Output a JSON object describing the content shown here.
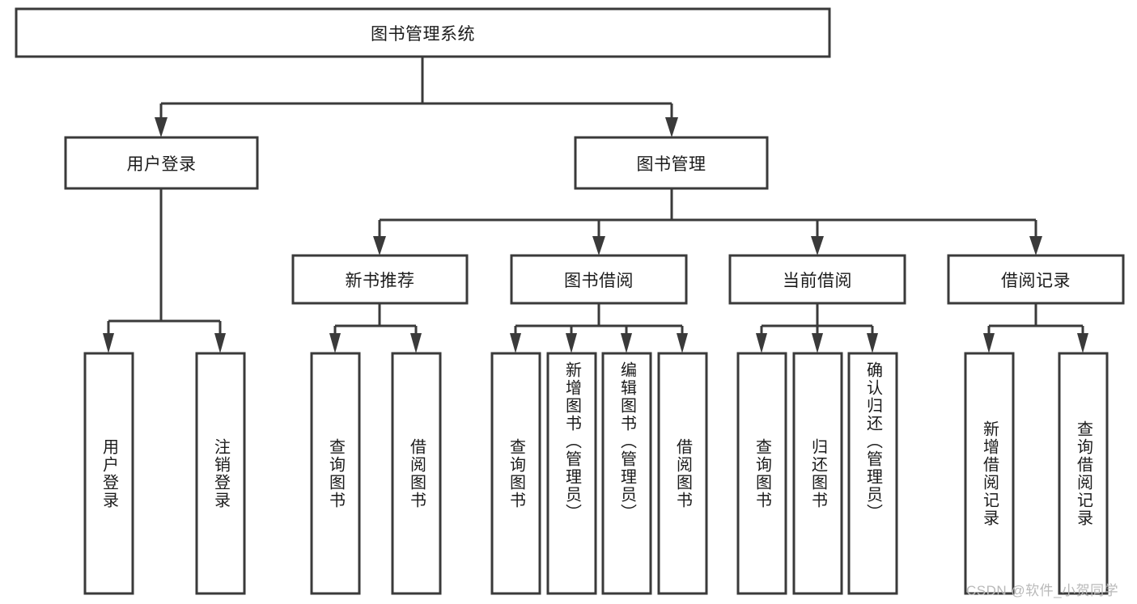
{
  "diagram": {
    "type": "tree-hierarchy-chart",
    "title": "图书管理系统",
    "colors": {
      "box_stroke": "#3a3a3a",
      "box_fill": "#ffffff",
      "text": "#1b1b1b",
      "background": "#ffffff",
      "watermark": "#b9b9b9"
    },
    "root": {
      "label": "图书管理系统",
      "orientation": "horizontal"
    },
    "level1": [
      {
        "label": "用户登录",
        "orientation": "horizontal"
      },
      {
        "label": "图书管理",
        "orientation": "horizontal"
      }
    ],
    "level2": [
      {
        "label": "新书推荐",
        "orientation": "horizontal",
        "parent": "图书管理"
      },
      {
        "label": "图书借阅",
        "orientation": "horizontal",
        "parent": "图书管理"
      },
      {
        "label": "当前借阅",
        "orientation": "horizontal",
        "parent": "图书管理"
      },
      {
        "label": "借阅记录",
        "orientation": "horizontal",
        "parent": "图书管理"
      }
    ],
    "leaves": [
      {
        "label": "用户登录",
        "orientation": "vertical",
        "parent": "用户登录"
      },
      {
        "label": "注销登录",
        "orientation": "vertical",
        "parent": "用户登录"
      },
      {
        "label": "查询图书",
        "orientation": "vertical",
        "parent": "新书推荐"
      },
      {
        "label": "借阅图书",
        "orientation": "vertical",
        "parent": "新书推荐"
      },
      {
        "label": "查询图书",
        "orientation": "vertical",
        "parent": "图书借阅"
      },
      {
        "label": "新增图书（管理员）",
        "orientation": "vertical",
        "parent": "图书借阅"
      },
      {
        "label": "编辑图书（管理员）",
        "orientation": "vertical",
        "parent": "图书借阅"
      },
      {
        "label": "借阅图书",
        "orientation": "vertical",
        "parent": "图书借阅"
      },
      {
        "label": "查询图书",
        "orientation": "vertical",
        "parent": "当前借阅"
      },
      {
        "label": "归还图书",
        "orientation": "vertical",
        "parent": "当前借阅"
      },
      {
        "label": "确认归还（管理员）",
        "orientation": "vertical",
        "parent": "当前借阅"
      },
      {
        "label": "新增借阅记录",
        "orientation": "vertical",
        "parent": "借阅记录"
      },
      {
        "label": "查询借阅记录",
        "orientation": "vertical",
        "parent": "借阅记录"
      }
    ]
  },
  "watermark": {
    "text": "CSDN @软件_小贺同学"
  }
}
